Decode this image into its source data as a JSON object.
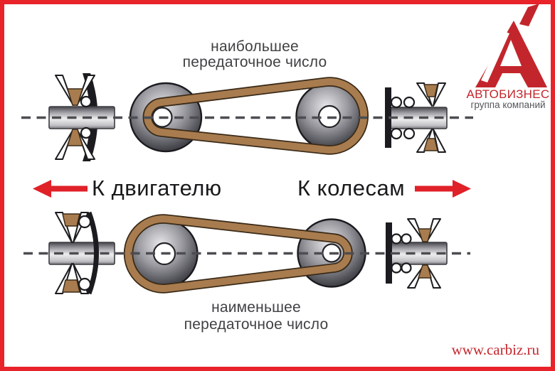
{
  "top_caption": {
    "line1": "наибольшее",
    "line2": "передаточное число"
  },
  "bottom_caption": {
    "line1": "наименьшее",
    "line2": "передаточное число"
  },
  "middle_labels": {
    "left": "К двигателю",
    "right": "К колесам"
  },
  "logo": {
    "name": "АВТОБИЗНЕС",
    "subtitle": "группа компаний"
  },
  "website": "www.carbiz.ru",
  "icons": {
    "left_arrow": "left-arrow-icon",
    "right_arrow": "right-arrow-icon",
    "logo_mark": "logo-a-accent-icon"
  },
  "colors": {
    "frame_red": "#e8232a",
    "arrow_red": "#e02128",
    "logo_red": "#c2262c",
    "url_red": "#c4272d",
    "belt_brown": "#a87c4e",
    "belt_edge": "#3a2a18",
    "caption_gray": "#414144",
    "label_black": "#1a1a1c",
    "subtitle_gray": "#55565a",
    "axis_gray": "#4c4c52"
  }
}
